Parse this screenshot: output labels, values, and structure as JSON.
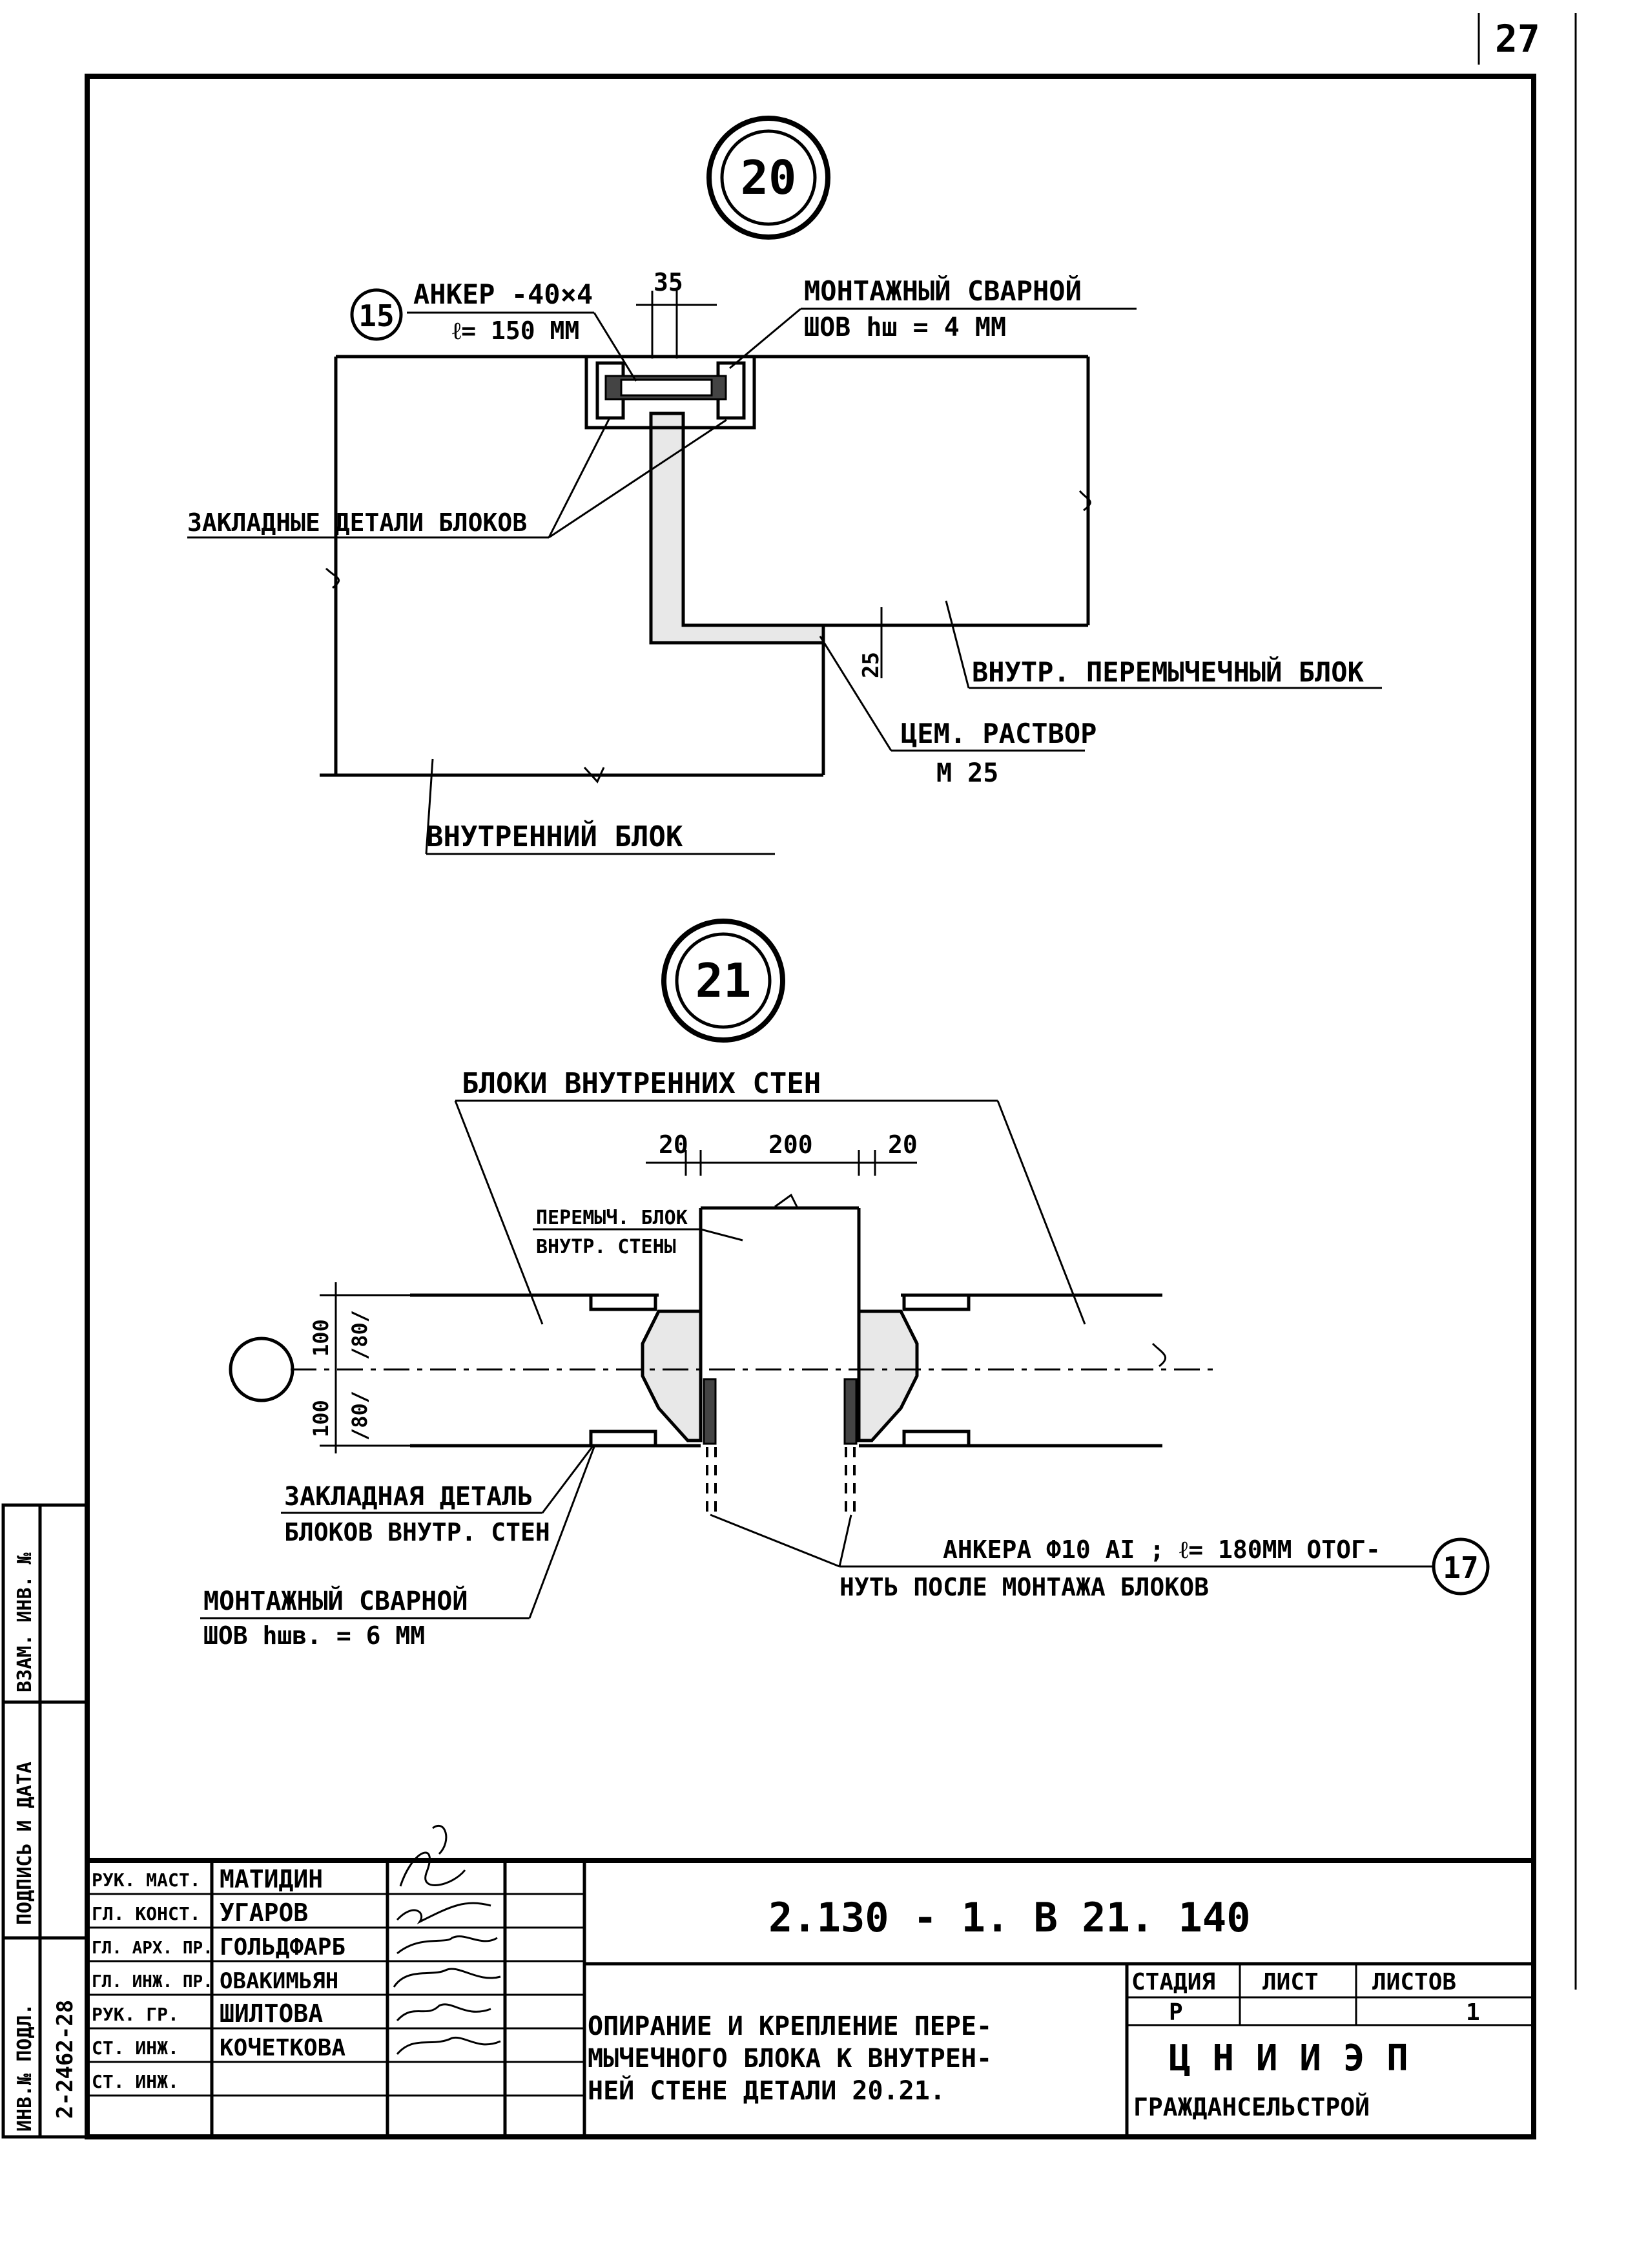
{
  "sheet_number": "27",
  "detail20": {
    "marker": "20",
    "ref_bubble": "15",
    "anchor_line1": "АНКЕР -40×4",
    "anchor_line2": "ℓ= 150 ММ",
    "dim_35": "35",
    "weld_line1": "МОНТАЖНЫЙ  СВАРНОЙ",
    "weld_line2": "ШОВ  hш = 4 ММ",
    "embedded_parts": "ЗАКЛАДНЫЕ ДЕТАЛИ БЛОКОВ",
    "dim_25": "25",
    "lintel_block": "ВНУТР.  ПЕРЕМЫЧЕЧНЫЙ БЛОК",
    "mortar_line1": "ЦЕМ. РАСТВОР",
    "mortar_line2": "М 25",
    "inner_block": "ВНУТРЕННИЙ   БЛОК"
  },
  "detail21": {
    "marker": "21",
    "wall_blocks": "БЛОКИ   ВНУТРЕННИХ   СТЕН",
    "dim_left": "20",
    "dim_mid": "200",
    "dim_right": "20",
    "lintel_line1": "ПЕРЕМЫЧ. БЛОК",
    "lintel_line2": "ВНУТР. СТЕНЫ",
    "dim_100_top": "100",
    "dim_80_top": "/80/",
    "dim_100_bot": "100",
    "dim_80_bot": "/80/",
    "embedded_line1": "ЗАКЛАДНАЯ  ДЕТАЛЬ",
    "embedded_line2": "БЛОКОВ ВНУТР. СТЕН",
    "anchors_line1": "АНКЕРА  Ф10 АI ;  ℓ= 180ММ ОТОГ-",
    "anchors_line2": "НУТЬ  ПОСЛЕ  МОНТАЖА  БЛОКОВ",
    "ref_bubble": "17",
    "weld_line1": "МОНТАЖНЫЙ  СВАРНОЙ",
    "weld_line2": "ШОВ  hшв. = 6 ММ"
  },
  "side_stamp": {
    "inv_no": "ИНВ.№ ПОДЛ.",
    "signature_date": "ПОДПИСЬ И ДАТА",
    "replaced_inv": "ВЗАМ. ИНВ. №",
    "inv_value": "2-2462-28"
  },
  "title_block": {
    "roles": [
      "РУК. МАСТ.",
      "ГЛ. КОНСТ.",
      "ГЛ. АРХ. ПР.",
      "ГЛ. ИНЖ. ПР.",
      "РУК. ГР.",
      "СТ. ИНЖ.",
      "СТ. ИНЖ."
    ],
    "names": [
      "МАТИДИН",
      "УГАРОВ",
      "ГОЛЬДФАРБ",
      "ОВАКИМЬЯН",
      "ШИЛТОВА",
      "КОЧЕТКОВА",
      ""
    ],
    "document_code": "2.130 - 1. В 21.    140",
    "drawing_title_line1": "ОПИРАНИЕ И КРЕПЛЕНИЕ ПЕРЕ-",
    "drawing_title_line2": "МЫЧЕЧНОГО  БЛОКА  К  ВНУТРЕН-",
    "drawing_title_line3": "НЕЙ  СТЕНЕ  ДЕТАЛИ 20.21.",
    "stage_header": "СТАДИЯ",
    "sheet_header": "ЛИСТ",
    "sheets_header": "ЛИСТОВ",
    "stage_value": "Р",
    "sheet_value": "",
    "sheets_value": "1",
    "organization_line1": "Ц Н И И Э П",
    "organization_line2": "ГРАЖДАНСЕЛЬСТРОЙ"
  }
}
